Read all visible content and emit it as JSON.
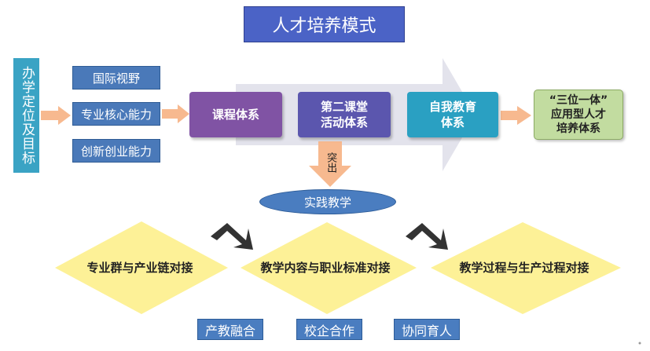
{
  "title": "人才培养模式",
  "goal": "办学定位及目标",
  "competencies": [
    "国际视野",
    "专业核心能力",
    "创新创业能力"
  ],
  "stages": {
    "kecheng": "课程体系",
    "dier_line1": "第二课堂",
    "dier_line2": "活动体系",
    "ziwo_line1": "自我教育",
    "ziwo_line2": "体系"
  },
  "outcome": {
    "line1": "“三位一体”",
    "line2": "应用型人才",
    "line3": "培养体系"
  },
  "highlight": "突出",
  "practice": "实践教学",
  "docking": [
    "专业群与产业链对接",
    "教学内容与职业标准对接",
    "教学过程与生产过程对接"
  ],
  "mechanisms": [
    "产教融合",
    "校企合作",
    "协同育人"
  ],
  "colors": {
    "title_bg": "#4b63c6",
    "goal_bg": "#3aa3c4",
    "competency_bg": "#4a79b9",
    "kecheng_bg": "#8053a4",
    "dier_bg": "#5b56ae",
    "ziwo_bg": "#2aa0c2",
    "outcome_bg": "#c2dca0",
    "arrow_orange": "#f7b98f",
    "big_arrow_gray": "#e3e3ec",
    "diamond_yellow": "#fdf197"
  }
}
